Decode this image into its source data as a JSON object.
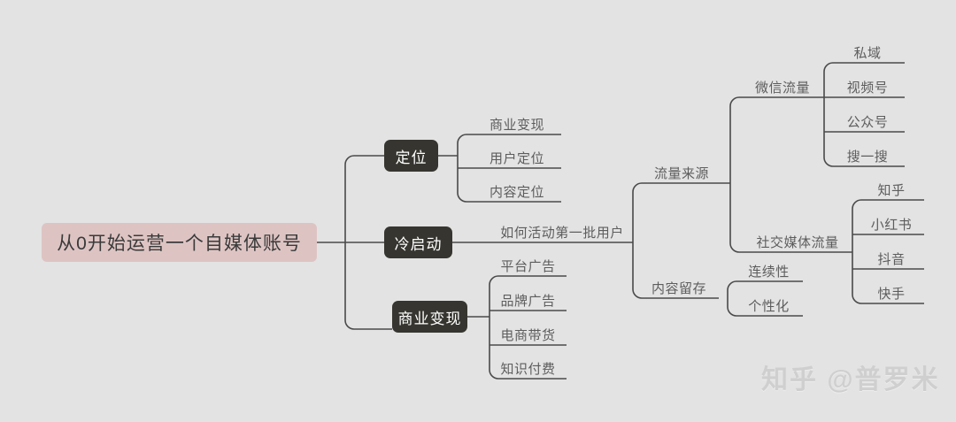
{
  "diagram": {
    "type": "mind-map",
    "background_color": "#e3e3e3",
    "root_color": "#ddc4c3",
    "branch_color": "#36352f",
    "line_color": "#4a4a4a",
    "leaf_text_color": "#5d5d5d",
    "root": {
      "label": "从0开始运营一个自媒体账号"
    },
    "branches": [
      {
        "label": "定位",
        "children": [
          {
            "label": "商业变现"
          },
          {
            "label": "用户定位"
          },
          {
            "label": "内容定位"
          }
        ]
      },
      {
        "label": "冷启动",
        "children": [
          {
            "label": "如何活动第一批用户"
          }
        ]
      },
      {
        "label": "商业变现",
        "children": [
          {
            "label": "平台广告"
          },
          {
            "label": "品牌广告"
          },
          {
            "label": "电商带货"
          },
          {
            "label": "知识付费"
          }
        ]
      }
    ],
    "flow": {
      "sources_label": "流量来源",
      "retention_label": "内容留存",
      "wechat_label": "微信流量",
      "social_label": "社交媒体流量",
      "wechat_children": [
        {
          "label": "私域"
        },
        {
          "label": "视频号"
        },
        {
          "label": "公众号"
        },
        {
          "label": "搜一搜"
        }
      ],
      "social_children": [
        {
          "label": "知乎"
        },
        {
          "label": "小红书"
        },
        {
          "label": "抖音"
        },
        {
          "label": "快手"
        }
      ],
      "retention_children": [
        {
          "label": "连续性"
        },
        {
          "label": "个性化"
        }
      ]
    }
  },
  "watermark": {
    "text": "知乎 @普罗米"
  }
}
